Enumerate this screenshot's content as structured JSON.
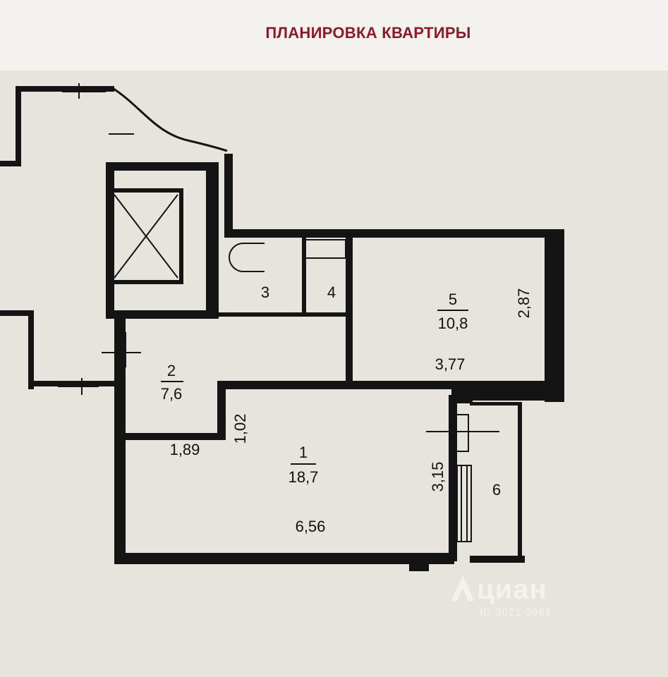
{
  "header": {
    "title": "ПЛАНИРОВКА КВАРТИРЫ",
    "title_color": "#8b1a2b"
  },
  "plan": {
    "rooms": [
      {
        "number": "1",
        "area": "18,7"
      },
      {
        "number": "2",
        "area": "7,6"
      },
      {
        "number": "3"
      },
      {
        "number": "4"
      },
      {
        "number": "5",
        "area": "10,8"
      },
      {
        "number": "6"
      }
    ],
    "dimensions": {
      "room1_width": "6,56",
      "room1_depth": "3,15",
      "room2_width": "1,89",
      "room2_depth": "1,02",
      "room5_width": "3,77",
      "room5_depth": "2,87"
    }
  },
  "watermark": {
    "brand": "циан",
    "listing_id": "ID 3021 3961"
  },
  "colors": {
    "wall": "#141414",
    "paper": "#e7e4de",
    "accent": "#8b1a2b"
  }
}
